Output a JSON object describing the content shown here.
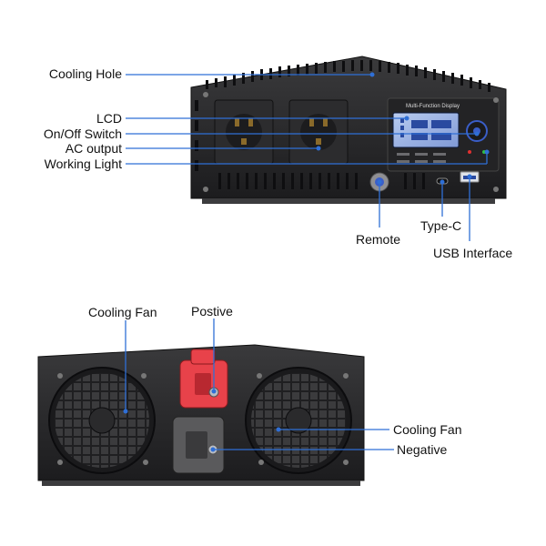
{
  "front_view": {
    "labels": {
      "cooling_hole": "Cooling Hole",
      "lcd": "LCD",
      "on_off_switch": "On/Off Switch",
      "ac_output": "AC output",
      "working_light": "Working Light",
      "remote": "Remote",
      "type_c": "Type-C",
      "usb_interface": "USB Interface"
    },
    "display_title": "Multi-Function Display"
  },
  "rear_view": {
    "labels": {
      "cooling_fan_left": "Cooling Fan",
      "positive": "Postive",
      "cooling_fan_right": "Cooling Fan",
      "negative": "Negative"
    }
  },
  "colors": {
    "leader_line": "#2f6fd6",
    "body_dark": "#2a2a2c",
    "positive_terminal": "#e8424a",
    "negative_terminal": "#5a5a5c",
    "lcd_screen": "#9fb6e8"
  }
}
